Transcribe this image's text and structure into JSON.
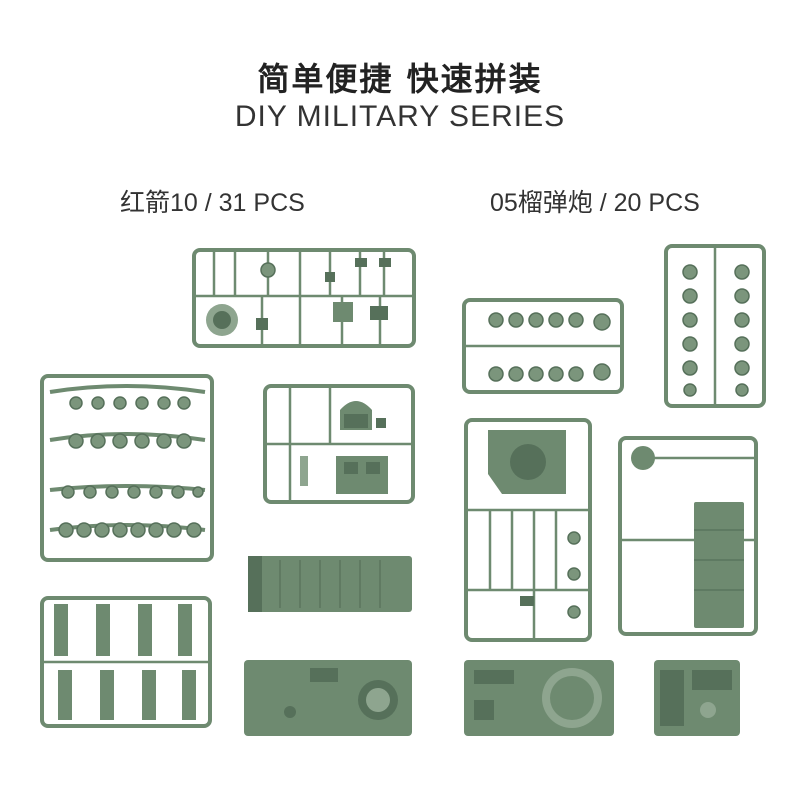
{
  "header": {
    "title_cn": "简单便捷 快速拼装",
    "title_en": "DIY MILITARY SERIES"
  },
  "kits": [
    {
      "label": "红箭10 / 31 PCS"
    },
    {
      "label": "05榴弹炮 / 20 PCS"
    }
  ],
  "colors": {
    "plastic": "#6e8a70",
    "plastic_dark": "#56705a",
    "plastic_light": "#8ea58f",
    "background": "#ffffff"
  }
}
